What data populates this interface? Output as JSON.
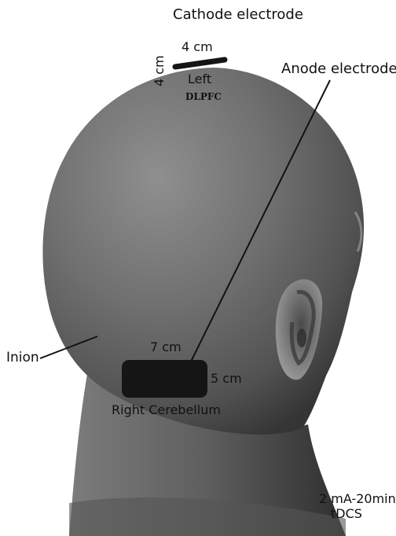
{
  "labels": {
    "cathode": "Cathode electrode",
    "anode": "Anode electrode",
    "cathode_width": "4 cm",
    "cathode_height": "4 cm",
    "left": "Left",
    "dlpfc": "DLPFC",
    "inion": "Inion",
    "anode_width": "7 cm",
    "anode_height": "5 cm",
    "anode_site": "Right Cerebellum",
    "protocol_line1": "2 mA-20min",
    "protocol_line2": "tDCS"
  },
  "colors": {
    "electrode": "#151515",
    "skin_light": "#8e8e8e",
    "skin_dark": "#2e2e2e",
    "background": "#ffffff"
  }
}
